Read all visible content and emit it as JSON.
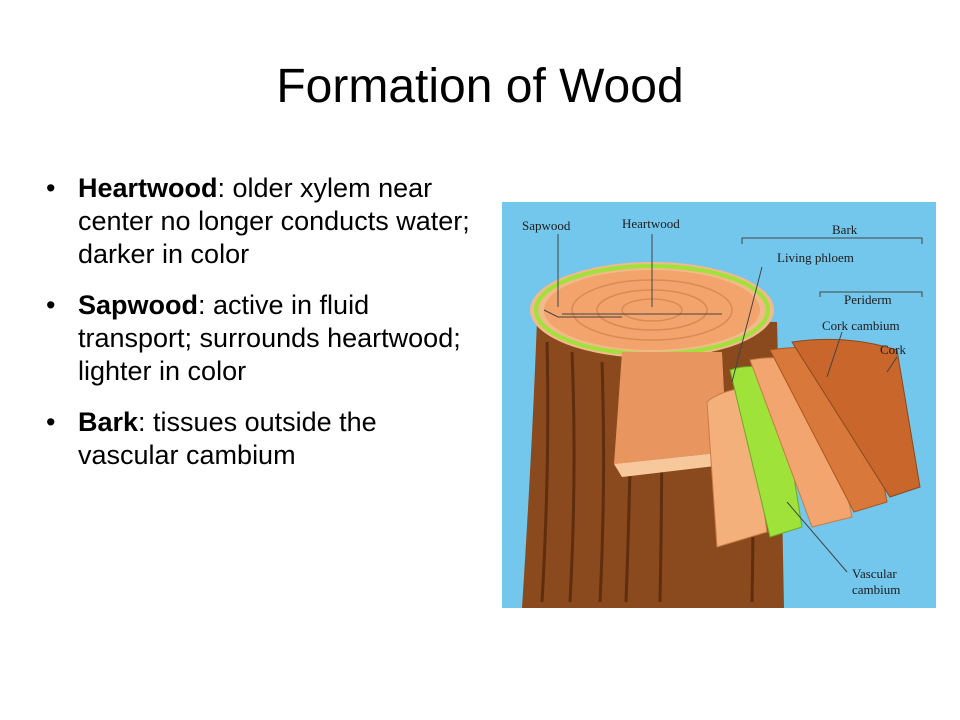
{
  "slide": {
    "title": "Formation of Wood",
    "bullets": [
      {
        "term": "Heartwood",
        "text": ": older xylem near center no longer conducts water; darker in color"
      },
      {
        "term": "Sapwood",
        "text": ": active in fluid transport; surrounds heartwood; lighter in color"
      },
      {
        "term": "Bark",
        "text": ": tissues outside the vascular cambium"
      }
    ],
    "bullet_symbol": "•"
  },
  "figure": {
    "labels": {
      "sapwood": "Sapwood",
      "heartwood": "Heartwood",
      "bark": "Bark",
      "living_phloem": "Living phloem",
      "periderm": "Periderm",
      "cork_cambium": "Cork cambium",
      "cork": "Cork",
      "vascular_1": "Vascular",
      "vascular_2": "cambium"
    },
    "colors": {
      "background": "#73c7ec",
      "bark": "#8a4a1e",
      "heartwood": "#f3a36c",
      "sapwood_ring": "#f6c89c",
      "cambium": "#9fe23a",
      "cork": "#c8662c"
    }
  }
}
